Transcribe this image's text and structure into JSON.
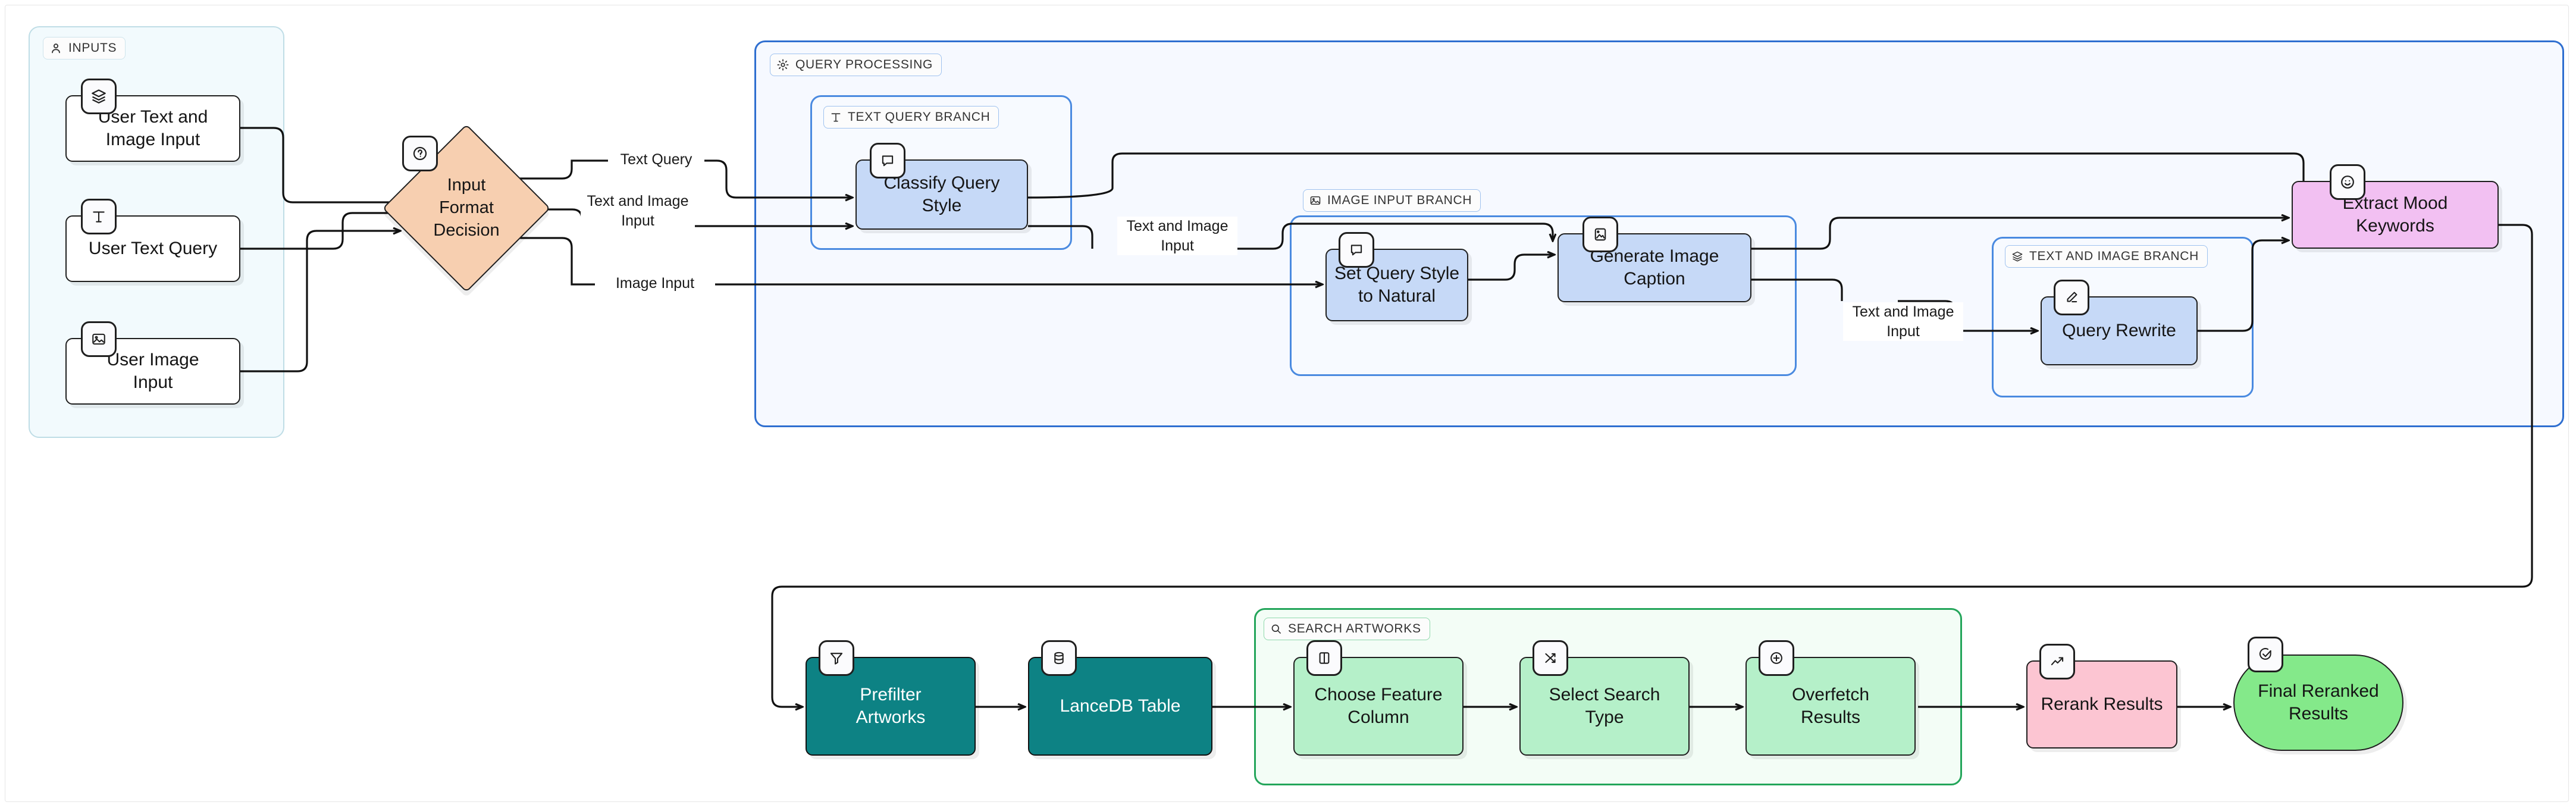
{
  "diagram": {
    "type": "flowchart",
    "title": "Multimodal Artwork Search Pipeline"
  },
  "groups": [
    {
      "id": "inputs",
      "label": "INPUTS",
      "icon": "user-icon"
    },
    {
      "id": "qp",
      "label": "QUERY PROCESSING",
      "icon": "gear-icon"
    },
    {
      "id": "textq",
      "label": "TEXT QUERY BRANCH",
      "icon": "text-icon"
    },
    {
      "id": "imgin",
      "label": "IMAGE INPUT BRANCH",
      "icon": "image-icon"
    },
    {
      "id": "textimg",
      "label": "TEXT AND IMAGE BRANCH",
      "icon": "layers-icon"
    },
    {
      "id": "search",
      "label": "SEARCH ARTWORKS",
      "icon": "search-icon"
    }
  ],
  "nodes": [
    {
      "id": "n1",
      "label": "User Text and\nImage Input",
      "icon": "layers-icon",
      "shape": "rect",
      "color": "white"
    },
    {
      "id": "n2",
      "label": "User Text Query",
      "icon": "text-icon",
      "shape": "rect",
      "color": "white"
    },
    {
      "id": "n3",
      "label": "User Image\nInput",
      "icon": "image-icon",
      "shape": "rect",
      "color": "white"
    },
    {
      "id": "n4",
      "label": "Input\nFormat\nDecision",
      "icon": "question-icon",
      "shape": "diamond",
      "color": "peach"
    },
    {
      "id": "n5",
      "label": "Classify Query\nStyle",
      "icon": "message-icon",
      "shape": "rect",
      "color": "blue"
    },
    {
      "id": "n6",
      "label": "Set Query Style\nto Natural",
      "icon": "message-icon",
      "shape": "rect",
      "color": "blue"
    },
    {
      "id": "n7",
      "label": "Generate Image\nCaption",
      "icon": "image-icon",
      "shape": "rect",
      "color": "blue"
    },
    {
      "id": "n8",
      "label": "Query Rewrite",
      "icon": "pencil-icon",
      "shape": "rect",
      "color": "blue"
    },
    {
      "id": "n9",
      "label": "Extract Mood\nKeywords",
      "icon": "smiley-icon",
      "shape": "rect",
      "color": "pink"
    },
    {
      "id": "n10",
      "label": "Prefilter\nArtworks",
      "icon": "filter-icon",
      "shape": "rect",
      "color": "teal"
    },
    {
      "id": "n11",
      "label": "LanceDB Table",
      "icon": "database-icon",
      "shape": "rect",
      "color": "teal"
    },
    {
      "id": "n12",
      "label": "Choose Feature\nColumn",
      "icon": "columns-icon",
      "shape": "rect",
      "color": "lgreen"
    },
    {
      "id": "n13",
      "label": "Select Search\nType",
      "icon": "shuffle-icon",
      "shape": "rect",
      "color": "lgreen"
    },
    {
      "id": "n14",
      "label": "Overfetch\nResults",
      "icon": "plus-icon",
      "shape": "rect",
      "color": "lgreen"
    },
    {
      "id": "n15",
      "label": "Rerank Results",
      "icon": "trending-icon",
      "shape": "rect",
      "color": "rose"
    },
    {
      "id": "n16",
      "label": "Final Reranked\nResults",
      "icon": "check-icon",
      "shape": "stadium",
      "color": "green"
    }
  ],
  "edge_labels": [
    {
      "id": "e1",
      "text": "Text Query"
    },
    {
      "id": "e2",
      "text": "Text and Image\nInput"
    },
    {
      "id": "e3",
      "text": "Image Input"
    },
    {
      "id": "e4",
      "text": "Text and Image\nInput"
    },
    {
      "id": "e5",
      "text": "Text and Image\nInput"
    }
  ],
  "colors": {
    "white": "#ffffff",
    "blue": "#c6d9f7",
    "peach": "#f7cfb0",
    "pink": "#f2c0f2",
    "teal": "#0d8284",
    "light_green": "#b5f0c9",
    "rose": "#fcc5d2",
    "green": "#84e98a",
    "group_inputs_border": "#bfdde6",
    "group_query_border": "#2f6fd0",
    "group_sub_border": "#4a8ae0",
    "group_search_border": "#23a55a",
    "edge": "#111111"
  }
}
